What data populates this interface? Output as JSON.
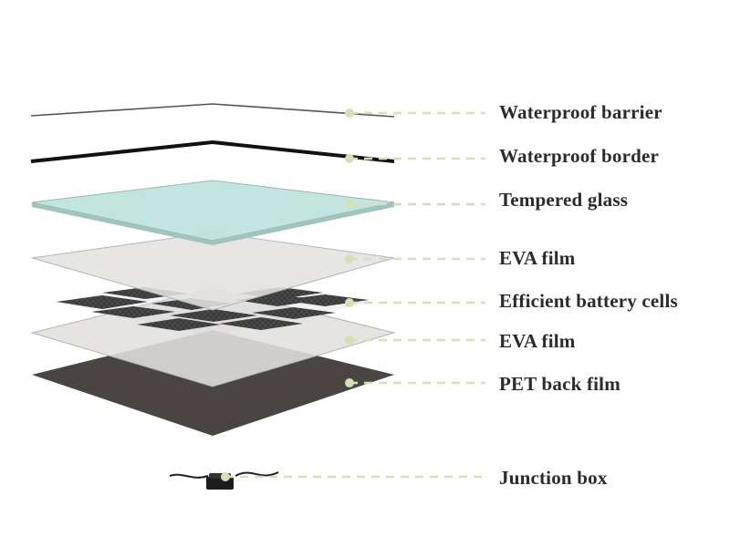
{
  "diagram": {
    "accent_color": "#d6dfb6",
    "layers": [
      {
        "id": "waterproof-barrier",
        "label": "Waterproof barrier"
      },
      {
        "id": "waterproof-border",
        "label": "Waterproof border"
      },
      {
        "id": "tempered-glass",
        "label": "Tempered glass"
      },
      {
        "id": "eva-film-top",
        "label": "EVA film"
      },
      {
        "id": "battery-cells",
        "label": "Efficient battery cells"
      },
      {
        "id": "eva-film-bottom",
        "label": "EVA film"
      },
      {
        "id": "pet-back-film",
        "label": "PET back film"
      },
      {
        "id": "junction-box",
        "label": "Junction box"
      }
    ]
  }
}
